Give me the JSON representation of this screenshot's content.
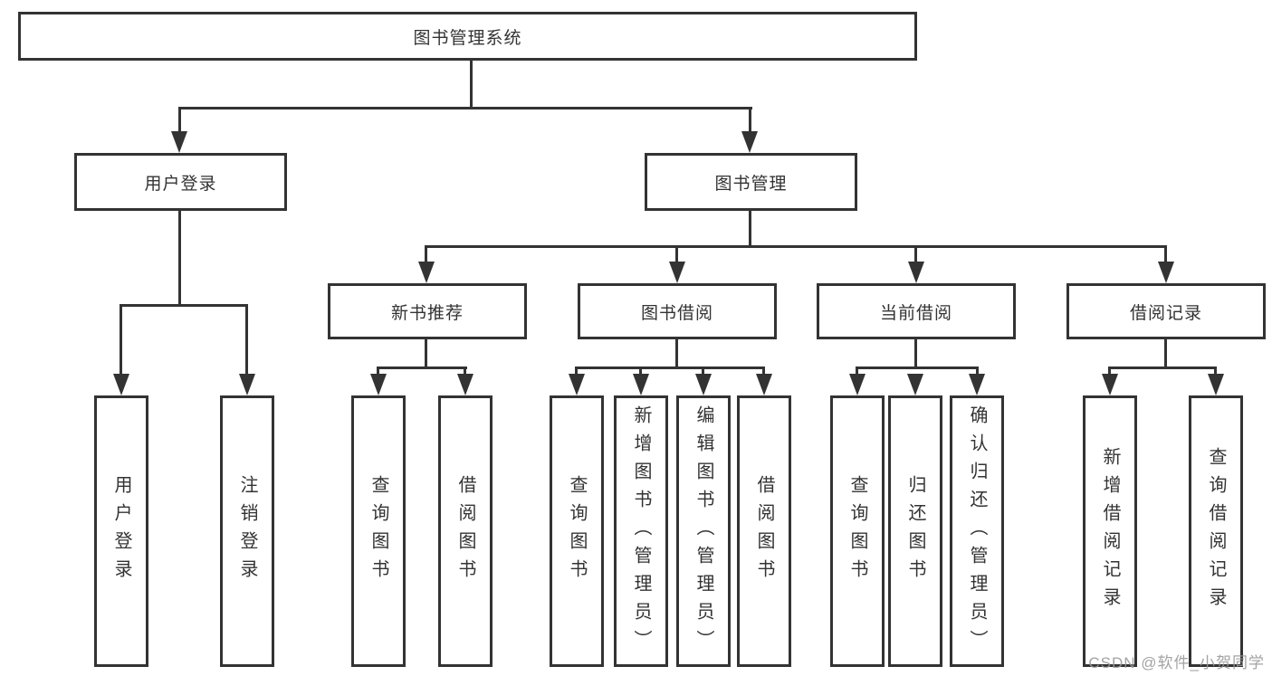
{
  "tree": {
    "root": {
      "label": "图书管理系统"
    },
    "branches": [
      {
        "label": "用户登录",
        "children": [
          {
            "label": "用户登录"
          },
          {
            "label": "注销登录"
          }
        ]
      },
      {
        "label": "图书管理",
        "children": [
          {
            "label": "新书推荐",
            "children": [
              {
                "label": "查询图书"
              },
              {
                "label": "借阅图书"
              }
            ]
          },
          {
            "label": "图书借阅",
            "children": [
              {
                "label": "查询图书"
              },
              {
                "label": "新增图书（管理员）"
              },
              {
                "label": "编辑图书（管理员）"
              },
              {
                "label": "借阅图书"
              }
            ]
          },
          {
            "label": "当前借阅",
            "children": [
              {
                "label": "查询图书"
              },
              {
                "label": "归还图书"
              },
              {
                "label": "确认归还（管理员）"
              }
            ]
          },
          {
            "label": "借阅记录",
            "children": [
              {
                "label": "新增借阅记录"
              },
              {
                "label": "查询借阅记录"
              }
            ]
          }
        ]
      }
    ]
  },
  "watermark": {
    "text": "CSDN @软件_小贺同学"
  },
  "colors": {
    "line": "#333333",
    "text": "#333333",
    "background": "#ffffff",
    "watermark": "#989898"
  }
}
